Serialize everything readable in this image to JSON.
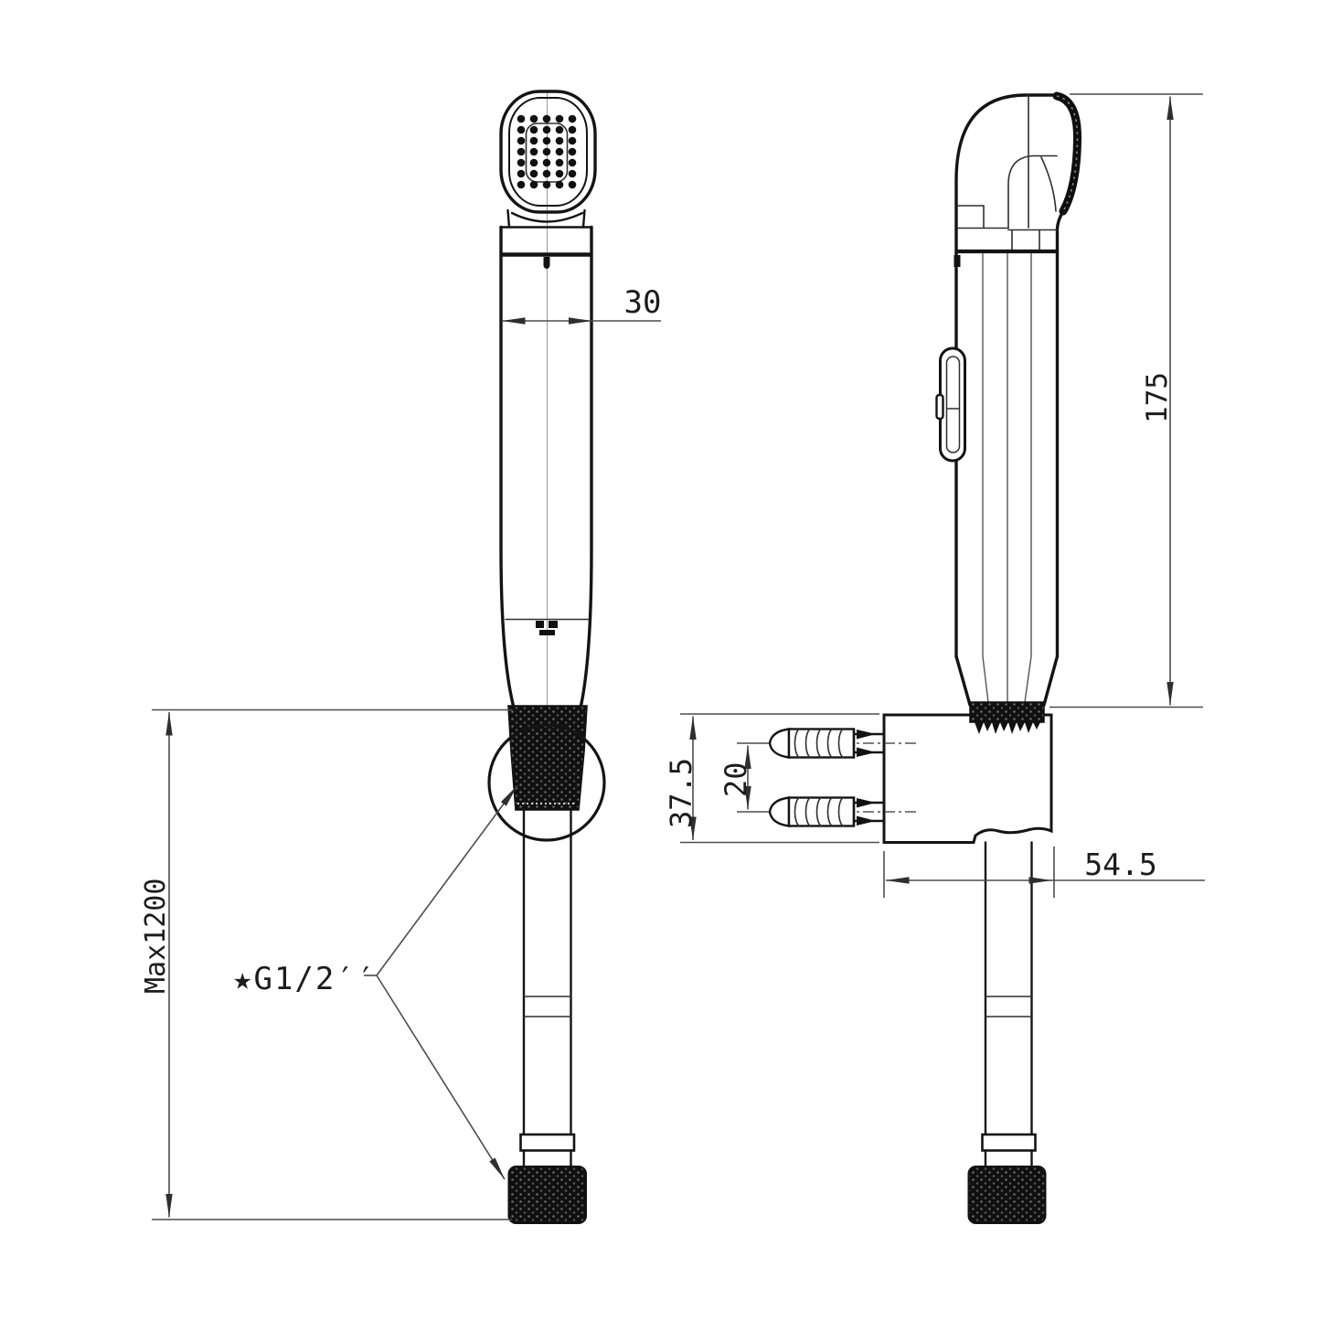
{
  "drawing": {
    "labels": {
      "handle_width": "30",
      "sprayer_height": "175",
      "hose_max_length": "Max1200",
      "bracket_height": "37.5",
      "screw_spacing": "20",
      "bracket_depth": "54.5",
      "thread_spec": "★G1/2′′"
    }
  }
}
